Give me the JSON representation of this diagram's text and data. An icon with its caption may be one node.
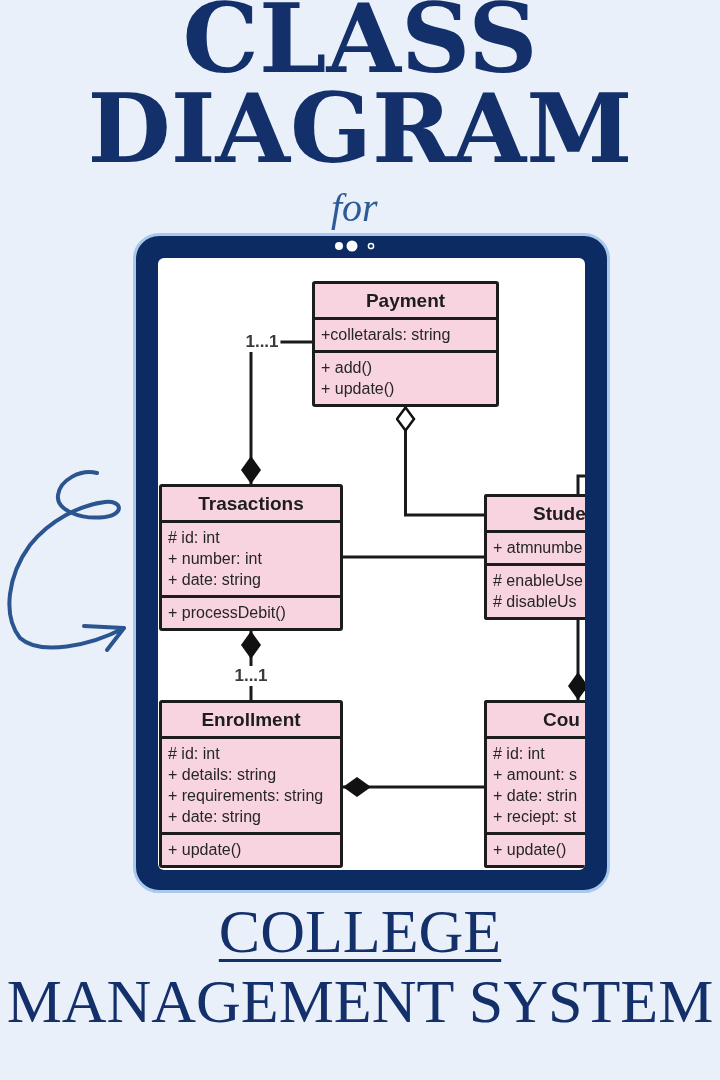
{
  "diagram": {
    "title": "CLASS DIAGRAM",
    "nodes": [
      {
        "text": [
          "Payment"
        ]
      },
      {
        "text": [
          "+colletarals: string"
        ],
        "in": 0
      },
      {
        "text": [
          "+ add()",
          "+ update()"
        ],
        "in": 0
      },
      {
        "text": [
          "Trasactions"
        ]
      },
      {
        "text": [
          "# id: int",
          "+ number: int",
          "+ date: string"
        ],
        "in": 3
      },
      {
        "text": [
          "+ processDebit()"
        ],
        "in": 3
      },
      {
        "text": [
          "Stude"
        ]
      },
      {
        "text": [
          "+ atmnumbe"
        ],
        "in": 6
      },
      {
        "text": [
          "# enableUse",
          "# disableUs"
        ],
        "in": 6
      },
      {
        "text": [
          "Enrollment"
        ]
      },
      {
        "text": [
          "# id: int",
          "+ details: string",
          "+ requirements: string",
          "+ date: string"
        ],
        "in": 9
      },
      {
        "text": [
          "+ update()"
        ],
        "in": 9
      },
      {
        "text": [
          "Cou"
        ]
      },
      {
        "text": [
          "# id: int",
          "+ amount: s",
          "+ date: strin",
          "+ reciept: st"
        ],
        "in": 12
      },
      {
        "text": [
          "+ update()"
        ],
        "in": 12
      }
    ],
    "edges": [
      {
        "from": 0,
        "to": 3,
        "arrow": "other",
        "label": "1...1"
      },
      {
        "from": 6,
        "to": 0,
        "arrow": "other"
      },
      {
        "from": 3,
        "to": 6,
        "arrow": "none"
      },
      {
        "from": 9,
        "to": 3,
        "arrow": "other",
        "label": "1...1"
      },
      {
        "from": 12,
        "to": 9,
        "arrow": "other"
      },
      {
        "from": 6,
        "to": 12,
        "arrow": "other"
      },
      {
        "from": 6,
        "to": null,
        "arrow": "none"
      }
    ],
    "labels": [
      "for",
      "COLLEGE",
      "MANAGEMENT SYSTEM"
    ]
  }
}
